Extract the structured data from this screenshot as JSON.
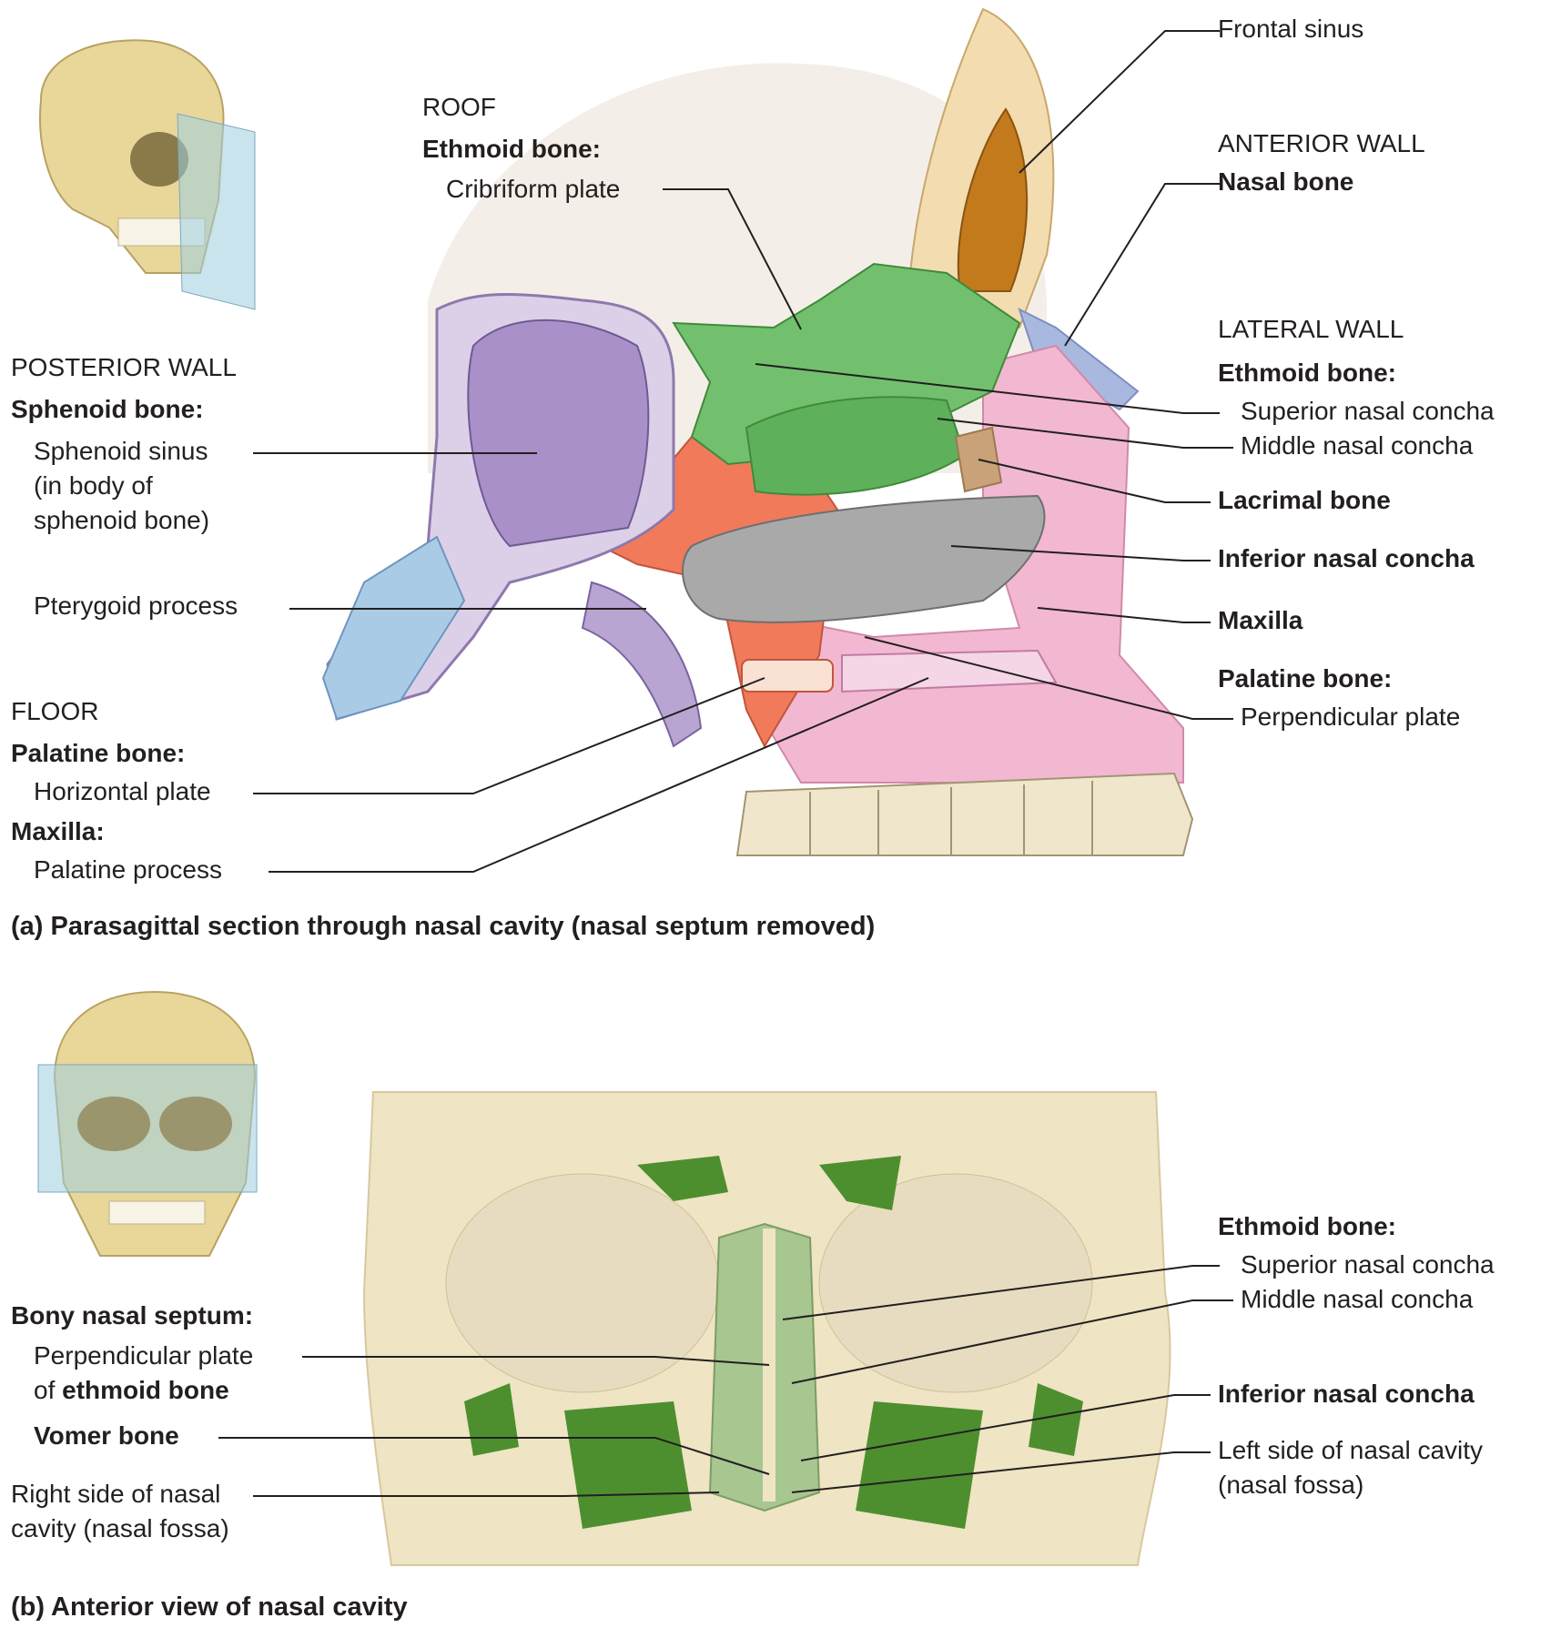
{
  "panel_a": {
    "caption": "(a) Parasagittal section through nasal cavity (nasal septum removed)",
    "roof": {
      "heading": "ROOF",
      "bone": "Ethmoid bone:",
      "part": "Cribriform plate"
    },
    "posterior": {
      "heading": "POSTERIOR WALL",
      "bone": "Sphenoid bone:",
      "sinus_l1": "Sphenoid sinus",
      "sinus_l2": "(in body of",
      "sinus_l3": "sphenoid bone)",
      "pterygoid": "Pterygoid process"
    },
    "floor": {
      "heading": "FLOOR",
      "bone1": "Palatine bone:",
      "part1": "Horizontal plate",
      "bone2": "Maxilla:",
      "part2": "Palatine process"
    },
    "right": {
      "frontal": "Frontal sinus",
      "anterior_heading": "ANTERIOR WALL",
      "nasal": "Nasal bone",
      "lateral_heading": "LATERAL WALL",
      "ethmoid": "Ethmoid bone:",
      "superior": "Superior nasal concha",
      "middle": "Middle nasal concha",
      "lacrimal": "Lacrimal bone",
      "inferior": "Inferior nasal concha",
      "maxilla": "Maxilla",
      "palatine": "Palatine bone:",
      "perpendicular": "Perpendicular plate"
    }
  },
  "panel_b": {
    "caption": "(b) Anterior view of nasal cavity",
    "left": {
      "septum": "Bony nasal septum:",
      "perp_l1": "Perpendicular plate",
      "perp_l2_a": "of ",
      "perp_l2_b": "ethmoid bone",
      "vomer": "Vomer bone",
      "right_l1": "Right side of nasal",
      "right_l2": "cavity (nasal fossa)"
    },
    "right": {
      "ethmoid": "Ethmoid bone:",
      "superior": "Superior nasal concha",
      "middle": "Middle nasal concha",
      "inferior": "Inferior nasal concha",
      "left_l1": "Left side of nasal cavity",
      "left_l2": "(nasal fossa)"
    }
  },
  "colors": {
    "ethmoid": "#72c06d",
    "sphenoid": "#b39cc9",
    "palatine": "#f07a5a",
    "inferior_concha": "#a9a9a9",
    "maxilla": "#f2b8d2",
    "lacrimal": "#c9a27a",
    "nasal_bone": "#a9b8df",
    "bone": "#efe4c4",
    "cavity_green": "#4d8f2f",
    "vomer": "#8fb07a"
  }
}
